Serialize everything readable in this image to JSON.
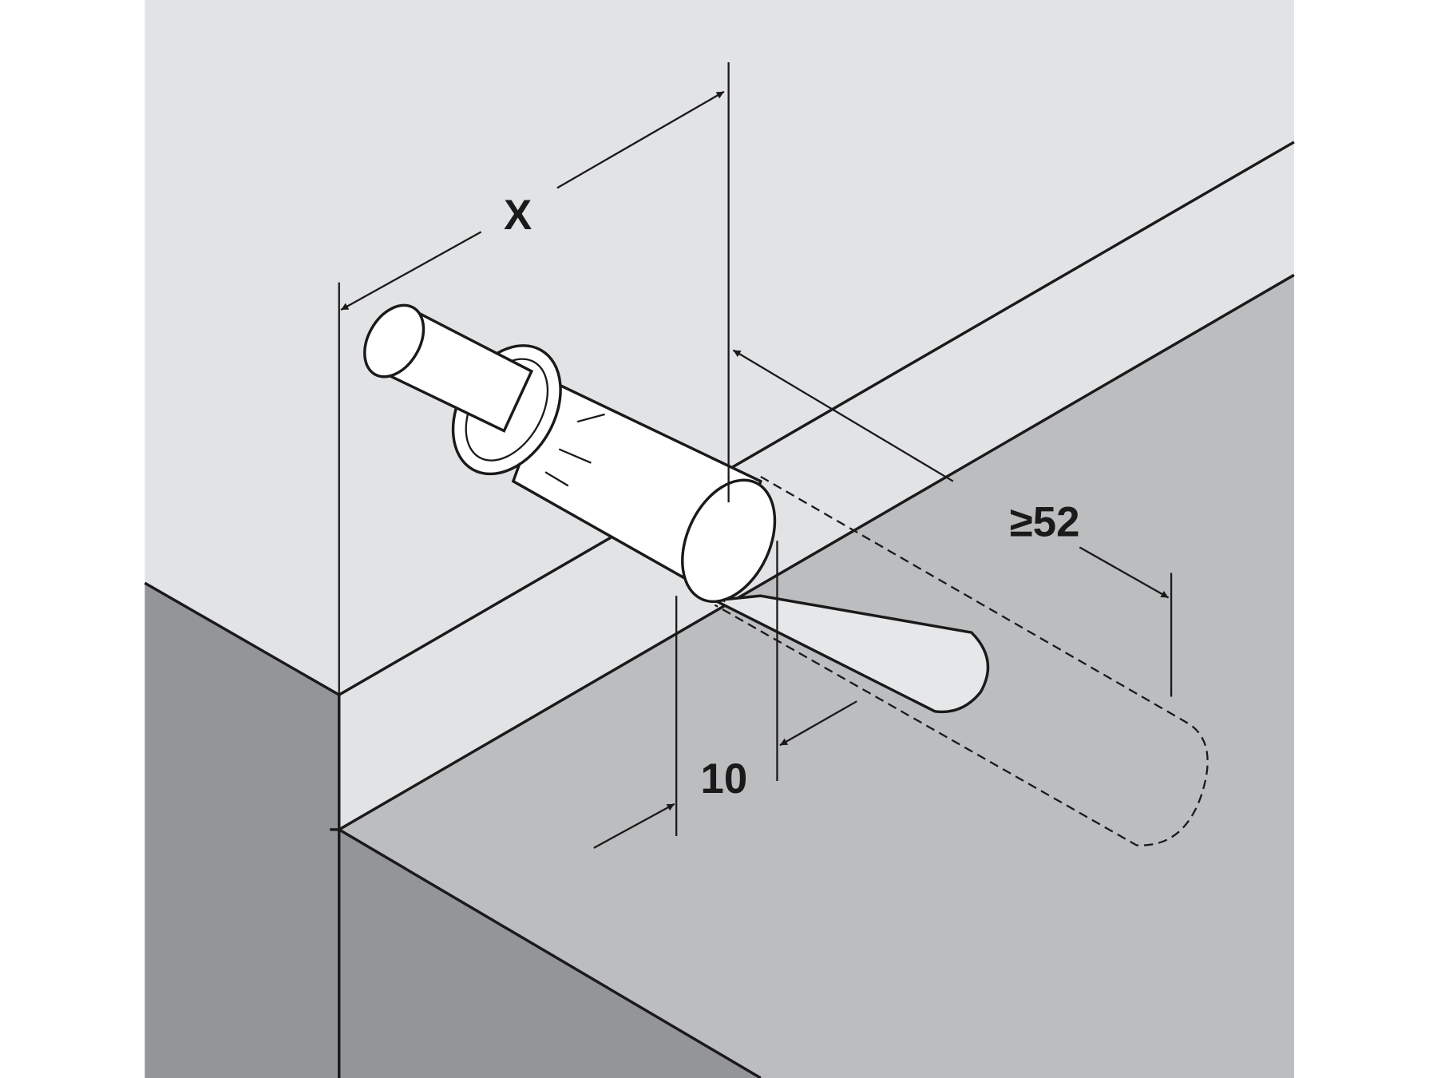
{
  "diagram": {
    "dimensions": {
      "x_label": "X",
      "depth_label": "≥52",
      "offset_label": "10"
    },
    "colors": {
      "top_surface": "#e2e3e5",
      "inner_side": "#bcbdbf",
      "dark_face": "#939598",
      "line": "#1a1a1a",
      "part": "#ffffff"
    }
  }
}
